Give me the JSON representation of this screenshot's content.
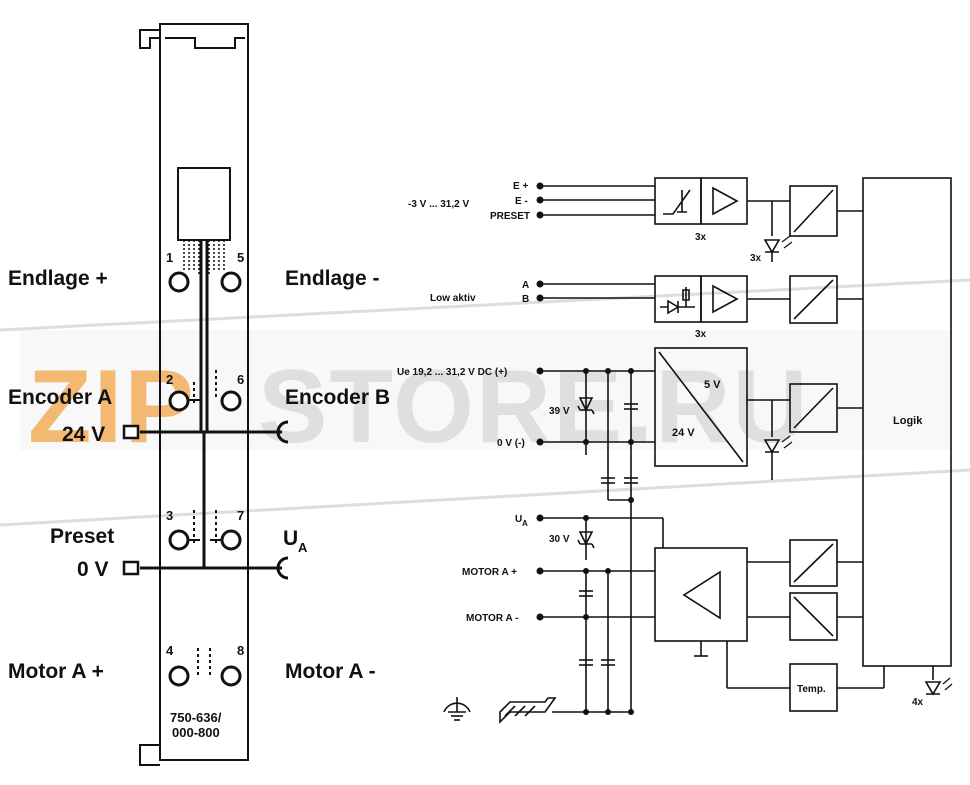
{
  "colors": {
    "line": "#111111",
    "watermark_orange": "#f3ad5b",
    "watermark_gray": "#d9d9d9"
  },
  "watermark": {
    "part1": "ZIP",
    "part2": "STORE.RU"
  },
  "module": {
    "terminals": {
      "t1": "1",
      "t2": "2",
      "t3": "3",
      "t4": "4",
      "t5": "5",
      "t6": "6",
      "t7": "7",
      "t8": "8"
    },
    "part_number_line1": "750-636/",
    "part_number_line2": "000-800"
  },
  "left_labels": {
    "endlage_plus": "Endlage +",
    "encoder_a": "Encoder A",
    "v24": "24 V",
    "preset": "Preset",
    "v0": "0 V",
    "motor_a_plus": "Motor A +"
  },
  "right_labels": {
    "endlage_minus": "Endlage -",
    "encoder_b": "Encoder B",
    "ua_main": "U",
    "ua_sub": "A",
    "motor_a_minus": "Motor A -"
  },
  "schematic": {
    "e_plus": "E +",
    "e_minus": "E -",
    "preset": "PRESET",
    "input_range": "-3 V ... 31,2 V",
    "mult_1": "3x",
    "led_mult_1": "3x",
    "a": "A",
    "b": "B",
    "low_active": "Low aktiv",
    "mult_2": "3x",
    "supply_plus": "Ue 19,2 ... 31,2 V DC (+)",
    "supply_minus": "0 V (-)",
    "zener_39": "39 V",
    "v5": "5 V",
    "v24": "24 V",
    "logic": "Logik",
    "ua_main": "U",
    "ua_sub": "A",
    "zener_30": "30 V",
    "motor_plus": "MOTOR A +",
    "motor_minus": "MOTOR A -",
    "temp": "Temp.",
    "led_mult_4": "4x"
  }
}
